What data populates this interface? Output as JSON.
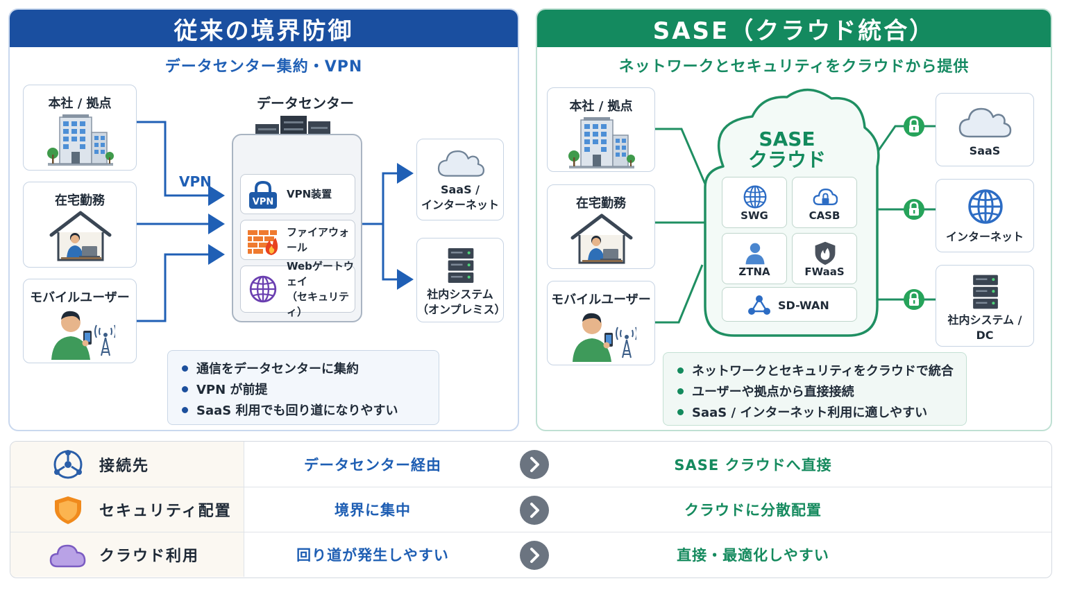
{
  "left_panel": {
    "title": "従来の境界防御",
    "subtitle": "データセンター集約・VPN",
    "sources": [
      {
        "label": "本社 / 拠点",
        "icon": "office-building-icon"
      },
      {
        "label": "在宅勤務",
        "icon": "home-worker-icon"
      },
      {
        "label": "モバイルユーザー",
        "icon": "mobile-user-icon"
      }
    ],
    "vpn_label": "VPN",
    "datacenter": {
      "title": "データセンター",
      "items": [
        {
          "label": "VPN装置",
          "icon": "vpn-lock-icon",
          "icon_text": "VPN"
        },
        {
          "label": "ファイアウォール",
          "icon": "firewall-icon"
        },
        {
          "label_line1": "Webゲートウェイ",
          "label_line2": "（セキュリティ）",
          "icon": "globe-icon"
        }
      ]
    },
    "destinations": [
      {
        "line1": "SaaS /",
        "line2": "インターネット",
        "icon": "cloud-icon"
      },
      {
        "line1": "社内システム",
        "line2": "（オンプレミス）",
        "icon": "server-icon"
      }
    ],
    "notes": [
      "通信をデータセンターに集約",
      "VPN が前提",
      "SaaS 利用でも回り道になりやすい"
    ]
  },
  "right_panel": {
    "title": "SASE（クラウド統合）",
    "subtitle": "ネットワークとセキュリティをクラウドから提供",
    "sources": [
      {
        "label": "本社 / 拠点",
        "icon": "office-building-icon"
      },
      {
        "label": "在宅勤務",
        "icon": "home-worker-icon"
      },
      {
        "label": "モバイルユーザー",
        "icon": "mobile-user-icon"
      }
    ],
    "cloud": {
      "title_line1": "SASE",
      "title_line2": "クラウド",
      "services": [
        {
          "label": "SWG",
          "icon": "globe-icon"
        },
        {
          "label": "CASB",
          "icon": "cloud-lock-icon"
        },
        {
          "label": "ZTNA",
          "icon": "user-icon"
        },
        {
          "label": "FWaaS",
          "icon": "shield-flame-icon"
        }
      ],
      "sdwan": {
        "label": "SD-WAN",
        "icon": "network-nodes-icon"
      }
    },
    "destinations": [
      {
        "line1": "SaaS",
        "line2": "",
        "icon": "cloud-icon"
      },
      {
        "line1": "インターネット",
        "line2": "",
        "icon": "globe-icon"
      },
      {
        "line1": "社内システム /",
        "line2": "DC",
        "icon": "server-icon"
      }
    ],
    "notes": [
      "ネットワークとセキュリティをクラウドで統合",
      "ユーザーや拠点から直接接続",
      "SaaS / インターネット利用に適しやすい"
    ]
  },
  "comparison": [
    {
      "label": "接続先",
      "icon": "network-hub-icon",
      "old": "データセンター経由",
      "new": "SASE クラウドへ直接"
    },
    {
      "label": "セキュリティ配置",
      "icon": "shield-icon",
      "old": "境界に集中",
      "new": "クラウドに分散配置"
    },
    {
      "label": "クラウド利用",
      "icon": "cloud-icon",
      "old": "回り道が発生しやすい",
      "new": "直接・最適化しやすい"
    }
  ],
  "colors": {
    "left_header": "#1a4fa0",
    "right_header": "#148a5f",
    "left_accent": "#1f5fb5",
    "right_accent": "#168a62"
  }
}
